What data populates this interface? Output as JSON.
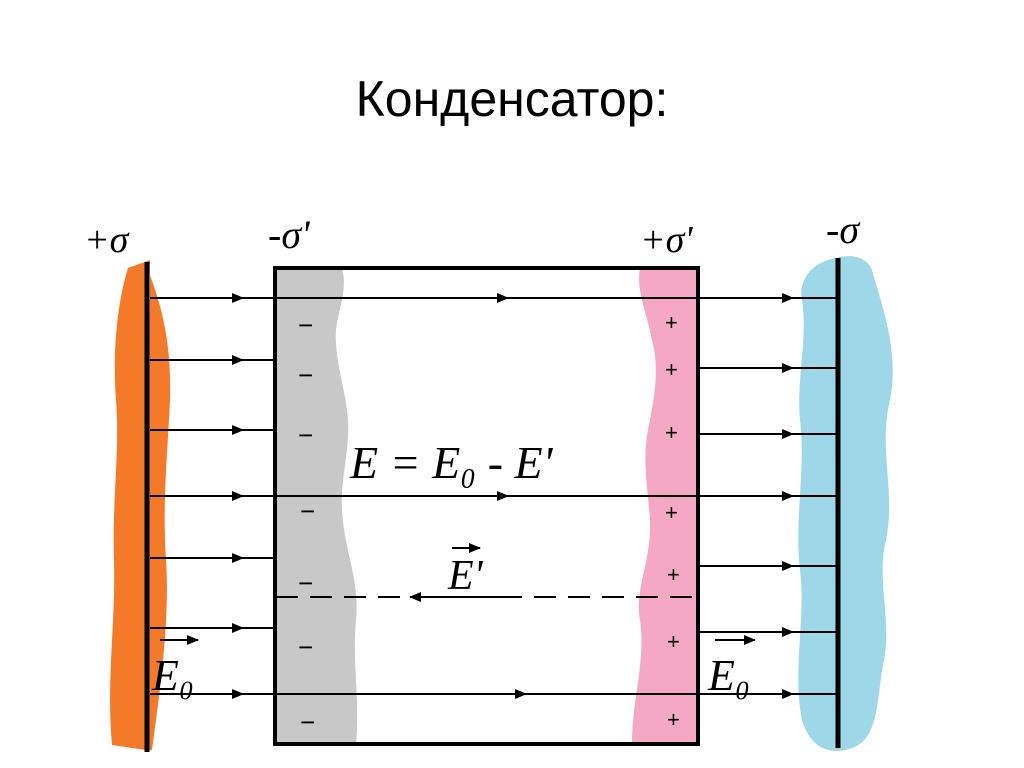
{
  "title": "Конденсатор:",
  "labels": {
    "left_plate_charge": "+σ",
    "right_plate_charge": "-σ",
    "dielectric_left_charge": "-σ'",
    "dielectric_right_charge": "+σ'",
    "equation": "E = E₀ - E'",
    "induced_field": "E'",
    "external_field_left": "E₀",
    "external_field_right": "E₀"
  },
  "signs": {
    "negative": "−",
    "positive": "+"
  },
  "colors": {
    "left_plate": "#f47a2a",
    "right_plate": "#9ed8e8",
    "dielectric_negative_layer": "#c8c8c8",
    "dielectric_positive_layer": "#f4a8c4",
    "lines": "#000000"
  }
}
